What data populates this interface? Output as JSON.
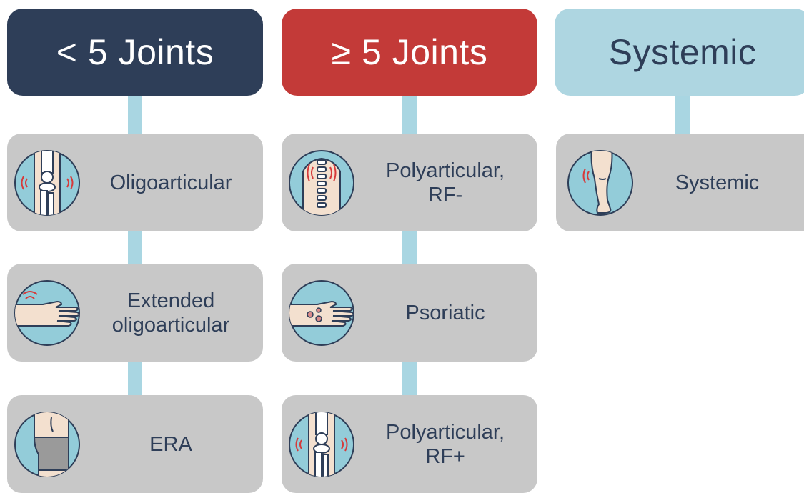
{
  "colors": {
    "header_1": "#2e3e58",
    "header_2": "#c33a38",
    "header_3": "#aed6e1",
    "header_text_dark": "#2e3e58",
    "card_bg": "#c8c8c8",
    "connector": "#a9d6e2",
    "icon_circle": "#93ccd9",
    "pain_accent": "#d63a3a"
  },
  "columns": [
    {
      "header": "< 5 Joints",
      "cards": [
        {
          "label_1": "Oligoarticular",
          "label_2": "",
          "icon": "knee-joint-icon"
        },
        {
          "label_1": "Extended",
          "label_2": "oligoarticular",
          "icon": "hand-icon"
        },
        {
          "label_1": "ERA",
          "label_2": "",
          "icon": "hip-brace-icon"
        }
      ]
    },
    {
      "header": "≥ 5 Joints",
      "cards": [
        {
          "label_1": "Polyarticular,",
          "label_2": "RF-",
          "icon": "spine-icon"
        },
        {
          "label_1": "Psoriatic",
          "label_2": "",
          "icon": "psoriatic-hand-icon"
        },
        {
          "label_1": "Polyarticular,",
          "label_2": "RF+",
          "icon": "knee-joint-icon"
        }
      ]
    },
    {
      "header": "Systemic",
      "cards": [
        {
          "label_1": "Systemic",
          "label_2": "",
          "icon": "leg-icon"
        }
      ]
    }
  ]
}
